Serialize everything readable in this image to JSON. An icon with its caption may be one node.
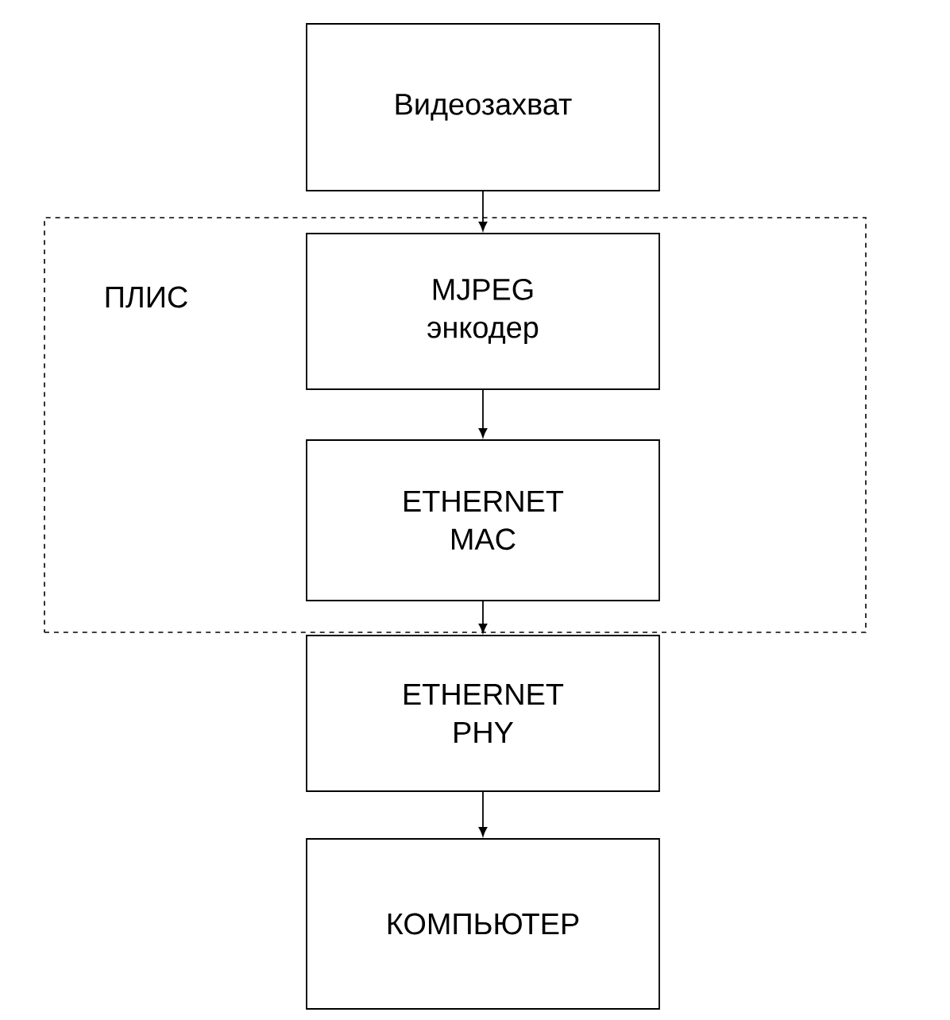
{
  "diagram": {
    "nodes": [
      {
        "text": [
          "Видеозахват"
        ]
      },
      {
        "text": [
          "ПЛИС"
        ]
      },
      {
        "text": [
          "MJPEG энкодер"
        ],
        "in": 1
      },
      {
        "text": [
          "ETHERNET MAC"
        ],
        "in": 1
      },
      {
        "text": [
          "ETHERNET PHY"
        ]
      },
      {
        "text": [
          "КОМПЬЮТЕР"
        ]
      }
    ],
    "edges": [
      {
        "from": 0,
        "to": 2,
        "arrow": "to"
      },
      {
        "from": 2,
        "to": 3,
        "arrow": "to"
      },
      {
        "from": 3,
        "to": 4,
        "arrow": "to"
      },
      {
        "from": 4,
        "to": 5,
        "arrow": "to"
      }
    ]
  }
}
